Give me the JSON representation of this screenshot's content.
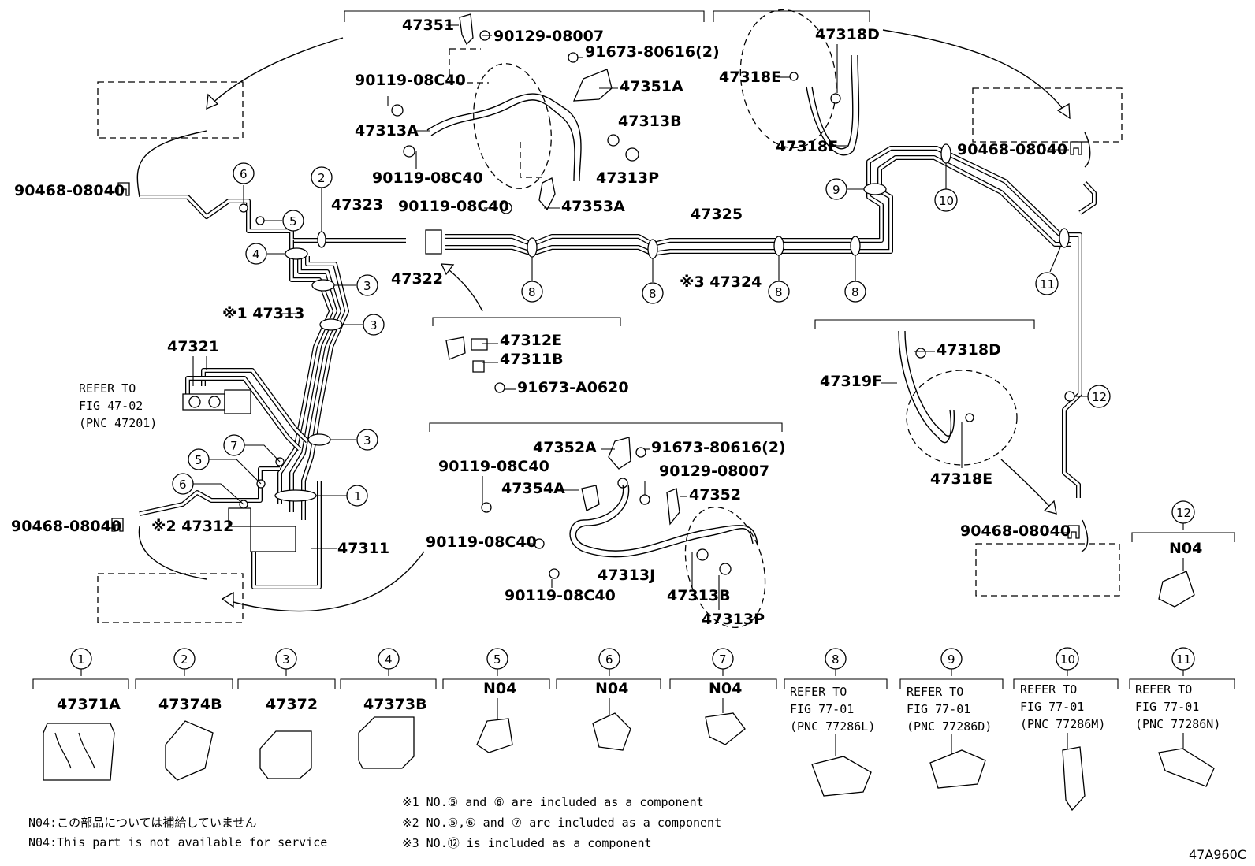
{
  "diagram_id": "47A960C",
  "labels": {
    "p47351": "47351",
    "p90129_08007_top": "90129-08007",
    "p91673_80616_top": "91673-80616(2)",
    "p90119_08C40_a": "90119-08C40",
    "p47351A": "47351A",
    "p47313A": "47313A",
    "p47313B_top": "47313B",
    "p90119_08C40_b": "90119-08C40",
    "p47313P_top": "47313P",
    "p90119_08C40_c": "90119-08C40",
    "p47353A": "47353A",
    "p47318D_top": "47318D",
    "p47318E_top": "47318E",
    "p47318F": "47318F",
    "p90468_tl": "90468-08040",
    "p90468_tr": "90468-08040",
    "p90468_bl": "90468-08040",
    "p90468_br": "90468-08040",
    "p47323": "47323",
    "p47322": "47322",
    "p47325": "47325",
    "p47324": "※3 47324",
    "p47313": "※1 47313",
    "p47321": "47321",
    "refer_47_02_l1": "REFER TO",
    "refer_47_02_l2": "FIG 47-02",
    "refer_47_02_l3": "(PNC 47201)",
    "p47312": "※2 47312",
    "p47311": "47311",
    "p47312E": "47312E",
    "p47311B": "47311B",
    "p91673_A0620": "91673-A0620",
    "p47352A": "47352A",
    "p91673_80616_mid": "91673-80616(2)",
    "p90119_08C40_d": "90119-08C40",
    "p90129_08007_mid": "90129-08007",
    "p47354A": "47354A",
    "p47352": "47352",
    "p90119_08C40_e": "90119-08C40",
    "p47313J": "47313J",
    "p90119_08C40_f": "90119-08C40",
    "p47313B_mid": "47313B",
    "p47313P_mid": "47313P",
    "p47318D_right": "47318D",
    "p47319F": "47319F",
    "p47318E_right": "47318E"
  },
  "callouts": [
    "1",
    "2",
    "3",
    "4",
    "5",
    "6",
    "7",
    "8",
    "9",
    "10",
    "11",
    "12"
  ],
  "clips": [
    {
      "num": "1",
      "label": "47371A"
    },
    {
      "num": "2",
      "label": "47374B"
    },
    {
      "num": "3",
      "label": "47372"
    },
    {
      "num": "4",
      "label": "47373B"
    },
    {
      "num": "5",
      "label": "N04"
    },
    {
      "num": "6",
      "label": "N04"
    },
    {
      "num": "7",
      "label": "N04"
    },
    {
      "num": "8",
      "l1": "REFER TO",
      "l2": "FIG 77-01",
      "l3": "(PNC 77286L)"
    },
    {
      "num": "9",
      "l1": "REFER TO",
      "l2": "FIG 77-01",
      "l3": "(PNC 77286D)"
    },
    {
      "num": "10",
      "l1": "REFER TO",
      "l2": "FIG 77-01",
      "l3": "(PNC 77286M)"
    },
    {
      "num": "11",
      "l1": "REFER TO",
      "l2": "FIG 77-01",
      "l3": "(PNC 77286N)"
    },
    {
      "num": "12",
      "label": "N04"
    }
  ],
  "notes": {
    "n04_jp": "N04:この部品については補給していません",
    "n04_en": "N04:This part is not available for service",
    "note1": "※1 NO.⑤ and ⑥ are included as a component",
    "note2": "※2 NO.⑤,⑥ and ⑦ are included as a component",
    "note3": "※3 NO.⑫ is included as a component"
  }
}
